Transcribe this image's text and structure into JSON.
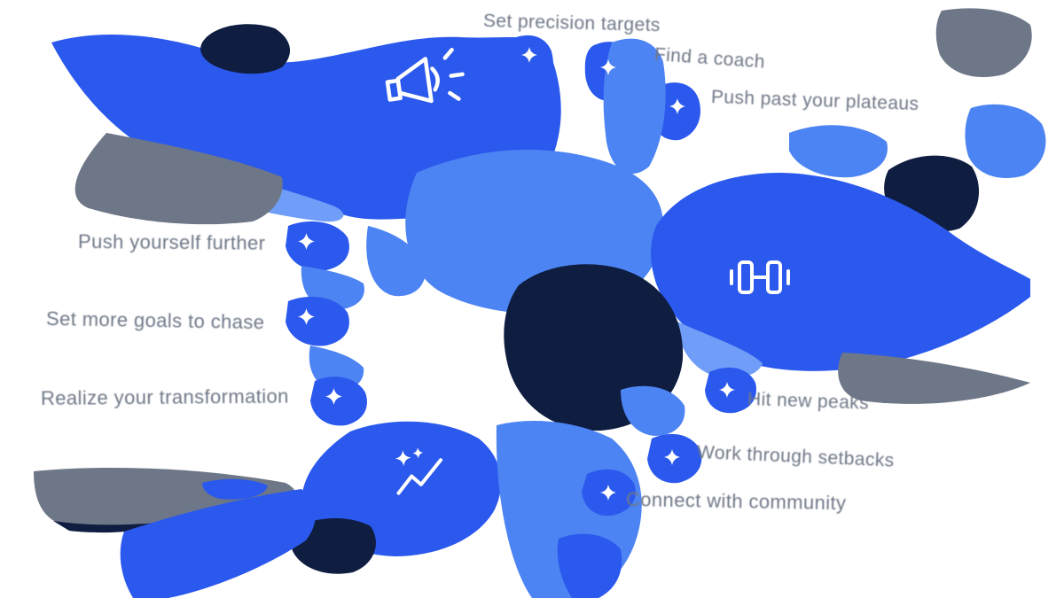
{
  "colors": {
    "background": "#ffffff",
    "primary_blue": "#2b59ed",
    "light_blue": "#4d84f3",
    "lighter_blue": "#6f9df7",
    "navy": "#0e1d40",
    "text_gray": "#6e7787",
    "icon_white": "#ffffff"
  },
  "labels": {
    "set_precision_targets": "Set precision targets",
    "find_a_coach": "Find a coach",
    "push_past_plateaus": "Push past your plateaus",
    "push_yourself_further": "Push yourself further",
    "set_more_goals_to_chase": "Set more goals to chase",
    "realize_your_transformation": "Realize your transformation",
    "hit_new_peaks": "Hit new peaks",
    "work_through_setbacks": "Work through setbacks",
    "connect_with_community": "Connect with community"
  },
  "icons": {
    "megaphone": "megaphone-icon",
    "dumbbell": "dumbbell-icon",
    "sparkline_chart": "sparkline-chart-icon",
    "sparkle": "sparkle-icon"
  }
}
